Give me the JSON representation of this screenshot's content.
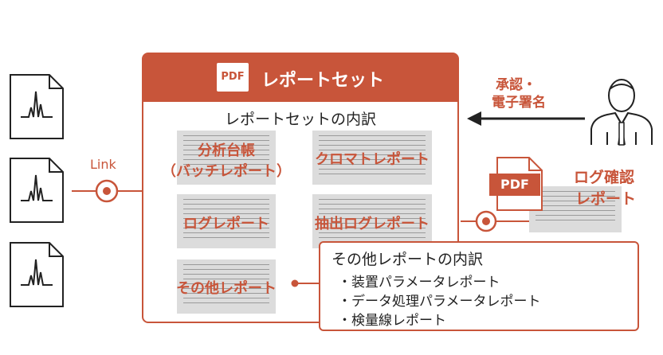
{
  "report_set": {
    "title": "レポートセット",
    "pdf_badge": "PDF",
    "breakdown_title": "レポートセットの内訳",
    "items": [
      {
        "line1": "分析台帳",
        "line2": "（バッチレポート）"
      },
      {
        "line1": "クロマトレポート"
      },
      {
        "line1": "ログレポート"
      },
      {
        "line1": "抽出ログレポート"
      },
      {
        "line1": "その他レポート"
      }
    ]
  },
  "link_label": "Link",
  "approval": {
    "line1": "承認・",
    "line2": "電子署名"
  },
  "log_report": {
    "pdf_badge": "PDF",
    "line1": "ログ確認",
    "line2": "レポート"
  },
  "other_reports": {
    "title": "その他レポートの内訳",
    "items": [
      "・装置パラメータレポート",
      "・データ処理パラメータレポート",
      "・検量線レポート"
    ]
  },
  "colors": {
    "accent": "#c8553a",
    "doc_fill": "#dcdcdc",
    "line": "#222222"
  }
}
